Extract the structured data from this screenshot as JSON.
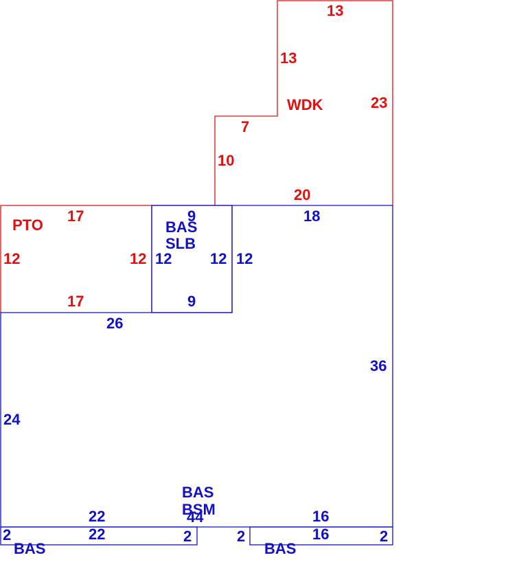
{
  "colors": {
    "wood_deck": "#e01010",
    "patio": "#e01010",
    "base": "#1010c8"
  },
  "areas": {
    "wdk": {
      "code": "WDK",
      "dims": {
        "top": "13",
        "left_upper": "13",
        "right": "23",
        "step": "7",
        "left_lower": "10",
        "bottom": "20"
      }
    },
    "pto": {
      "code": "PTO",
      "dims": {
        "top": "17",
        "left": "12",
        "right": "12",
        "bottom": "17"
      }
    },
    "bas_slb": {
      "code1": "BAS",
      "code2": "SLB",
      "dims": {
        "top": "9",
        "left": "12",
        "right": "12",
        "bottom": "9"
      }
    },
    "bas_bsm": {
      "code1": "BAS",
      "code2": "BSM",
      "dims": {
        "top_right": "18",
        "right_upper": "12",
        "top_left": "26",
        "right": "36",
        "left": "24",
        "bottom": "44"
      }
    },
    "bas_left": {
      "code": "BAS",
      "dims": {
        "top": "22",
        "bottom": "22",
        "left": "2",
        "right": "2"
      }
    },
    "bas_right": {
      "code": "BAS",
      "dims": {
        "top": "16",
        "bottom": "16",
        "left": "2",
        "right": "2"
      }
    }
  }
}
